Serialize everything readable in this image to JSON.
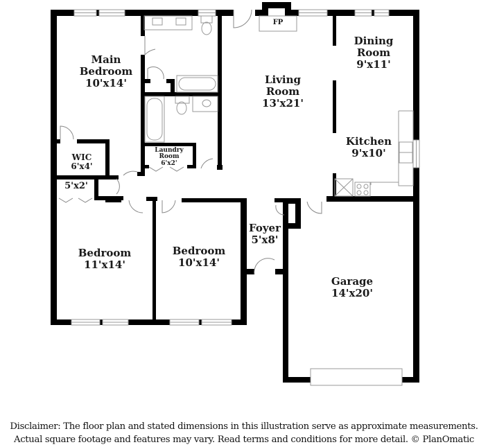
{
  "floor_plan": {
    "rooms": [
      {
        "id": "main-bedroom",
        "name": "Main\nBedroom",
        "name_lines": [
          "Main",
          "Bedroom"
        ],
        "dimensions": "10'x14'"
      },
      {
        "id": "living-room",
        "name_lines": [
          "Living",
          "Room"
        ],
        "dimensions": "13'x21'"
      },
      {
        "id": "dining-room",
        "name_lines": [
          "Dining",
          "Room"
        ],
        "dimensions": "9'x11'"
      },
      {
        "id": "kitchen",
        "name_lines": [
          "Kitchen"
        ],
        "dimensions": "9'x10'"
      },
      {
        "id": "wic",
        "name_lines": [
          "WIC"
        ],
        "dimensions": "6'x4'"
      },
      {
        "id": "closet",
        "name_lines": [],
        "dimensions": "5'x2'"
      },
      {
        "id": "laundry-room",
        "name_lines": [
          "Laundry",
          "Room"
        ],
        "dimensions": "6'x2'"
      },
      {
        "id": "bedroom-2",
        "name_lines": [
          "Bedroom"
        ],
        "dimensions": "11'x14'"
      },
      {
        "id": "bedroom-3",
        "name_lines": [
          "Bedroom"
        ],
        "dimensions": "10'x14'"
      },
      {
        "id": "foyer",
        "name_lines": [
          "Foyer"
        ],
        "dimensions": "5'x8'"
      },
      {
        "id": "garage",
        "name_lines": [
          "Garage"
        ],
        "dimensions": "14'x20'"
      }
    ],
    "fireplace_label": "FP",
    "colors": {
      "wall": "#000000",
      "fixture": "#888888",
      "window": "#aaaaaa",
      "background": "#ffffff"
    }
  },
  "disclaimer": {
    "line1": "Disclaimer: The floor plan and stated dimensions in this illustration serve as approximate measurements.",
    "line2": "Actual square footage and features may vary. Read terms and conditions for more detail. © PlanOmatic"
  }
}
